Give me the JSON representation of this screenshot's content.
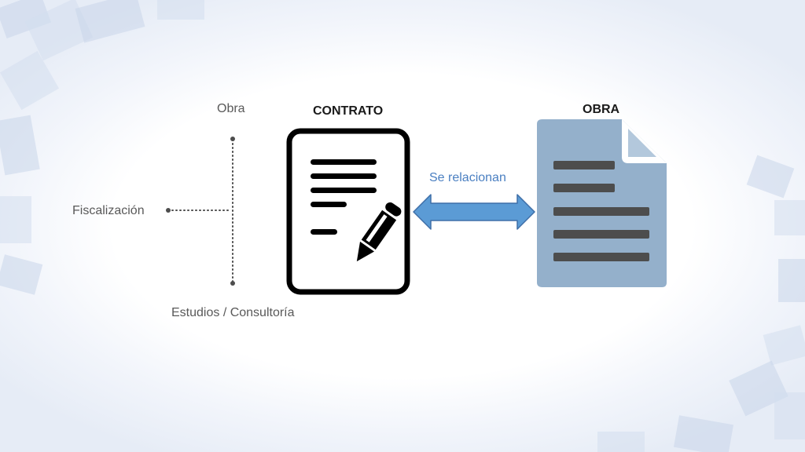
{
  "diagram": {
    "labels": {
      "obra_small": "Obra",
      "fiscalizacion": "Fiscalización",
      "estudios": "Estudios / Consultoría",
      "contrato": "CONTRATO",
      "obra_title": "OBRA",
      "relation": "Se relacionan"
    },
    "icons": {
      "contract": "contract-document-pencil-icon",
      "work_document": "document-icon",
      "arrow": "double-arrow-icon"
    },
    "colors": {
      "arrow_fill": "#5b9bd5",
      "arrow_stroke": "#3f6fa8",
      "work_doc": "#94b0cb",
      "work_lines": "#4d4d4d",
      "relation_text": "#4a7fc1",
      "dots": "#4d4d4d"
    }
  }
}
